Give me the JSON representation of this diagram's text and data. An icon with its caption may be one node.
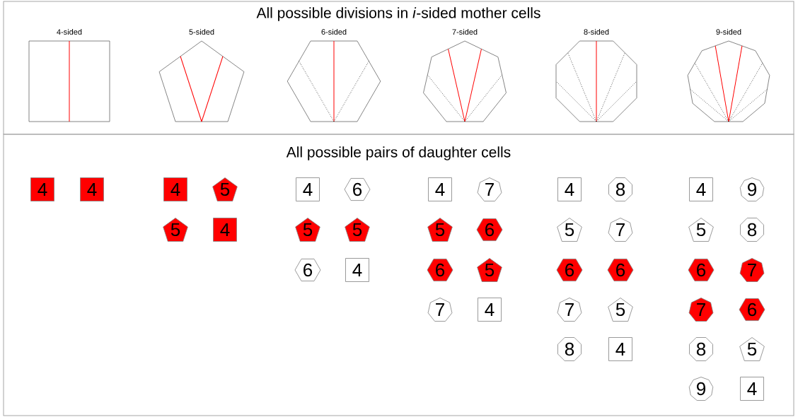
{
  "diagram": {
    "nodes": [
      {
        "text": [
          "All possible divisions in *i*-sided mother cells"
        ]
      },
      {
        "text": [
          "4-sided"
        ],
        "in": 0
      },
      {
        "text": [
          "5-sided"
        ],
        "in": 0
      },
      {
        "text": [
          "6-sided"
        ],
        "in": 0
      },
      {
        "text": [
          "7-sided"
        ],
        "in": 0
      },
      {
        "text": [
          "8-sided"
        ],
        "in": 0
      },
      {
        "text": [
          "9-sided"
        ],
        "in": 0
      },
      {
        "text": [
          "All possible pairs of daughter cells"
        ]
      },
      {
        "text": [
          "4"
        ],
        "in": 7
      },
      {
        "text": [
          "4"
        ],
        "in": 7
      },
      {
        "text": [
          "4"
        ],
        "in": 7
      },
      {
        "text": [
          "5"
        ],
        "in": 7
      },
      {
        "text": [
          "5"
        ],
        "in": 7
      },
      {
        "text": [
          "4"
        ],
        "in": 7
      },
      {
        "text": [
          "4"
        ],
        "in": 7
      },
      {
        "text": [
          "6"
        ],
        "in": 7
      },
      {
        "text": [
          "5"
        ],
        "in": 7
      },
      {
        "text": [
          "5"
        ],
        "in": 7
      },
      {
        "text": [
          "6"
        ],
        "in": 7
      },
      {
        "text": [
          "4"
        ],
        "in": 7
      },
      {
        "text": [
          "4"
        ],
        "in": 7
      },
      {
        "text": [
          "7"
        ],
        "in": 7
      },
      {
        "text": [
          "5"
        ],
        "in": 7
      },
      {
        "text": [
          "6"
        ],
        "in": 7
      },
      {
        "text": [
          "6"
        ],
        "in": 7
      },
      {
        "text": [
          "5"
        ],
        "in": 7
      },
      {
        "text": [
          "7"
        ],
        "in": 7
      },
      {
        "text": [
          "4"
        ],
        "in": 7
      },
      {
        "text": [
          "4"
        ],
        "in": 7
      },
      {
        "text": [
          "8"
        ],
        "in": 7
      },
      {
        "text": [
          "5"
        ],
        "in": 7
      },
      {
        "text": [
          "7"
        ],
        "in": 7
      },
      {
        "text": [
          "6"
        ],
        "in": 7
      },
      {
        "text": [
          "6"
        ],
        "in": 7
      },
      {
        "text": [
          "7"
        ],
        "in": 7
      },
      {
        "text": [
          "5"
        ],
        "in": 7
      },
      {
        "text": [
          "8"
        ],
        "in": 7
      },
      {
        "text": [
          "4"
        ],
        "in": 7
      },
      {
        "text": [
          "4"
        ],
        "in": 7
      },
      {
        "text": [
          "9"
        ],
        "in": 7
      },
      {
        "text": [
          "5"
        ],
        "in": 7
      },
      {
        "text": [
          "8"
        ],
        "in": 7
      },
      {
        "text": [
          "6"
        ],
        "in": 7
      },
      {
        "text": [
          "7"
        ],
        "in": 7
      },
      {
        "text": [
          "7"
        ],
        "in": 7
      },
      {
        "text": [
          "6"
        ],
        "in": 7
      },
      {
        "text": [
          "8"
        ],
        "in": 7
      },
      {
        "text": [
          "5"
        ],
        "in": 7
      },
      {
        "text": [
          "9"
        ],
        "in": 7
      },
      {
        "text": [
          "4"
        ],
        "in": 7
      }
    ]
  }
}
